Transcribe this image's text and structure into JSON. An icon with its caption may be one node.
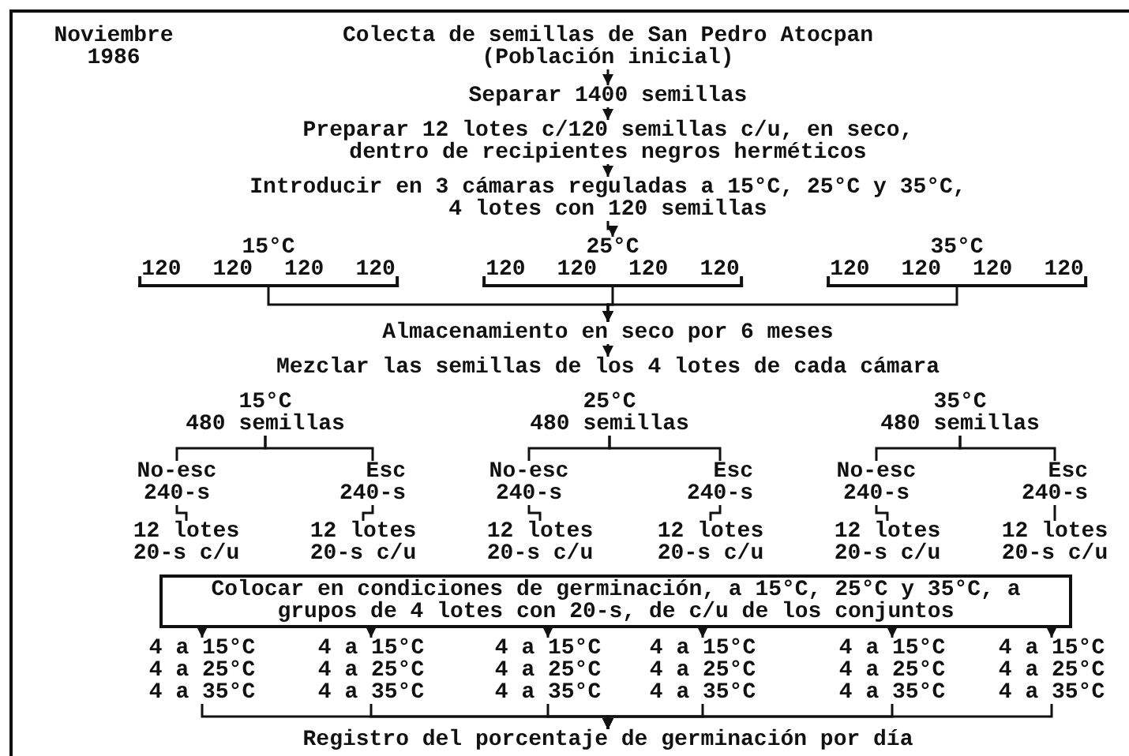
{
  "diagram": {
    "nodes": [
      {
        "text": [
          "Colecta de semillas de San Pedro Atocpan (Población inicial)"
        ]
      },
      {
        "text": [
          "Separar 1400 semillas"
        ]
      },
      {
        "text": [
          "Preparar 12 lotes c/120 semillas c/u, en seco, dentro de recipientes negros herméticos"
        ]
      },
      {
        "text": [
          "Introducir en 3 cámaras reguladas a 15°C, 25°C y 35°C, 4 lotes con 120 semillas"
        ]
      },
      {
        "text": [
          "15°C",
          "120",
          "120",
          "120",
          "120"
        ]
      },
      {
        "text": [
          "25°C",
          "120",
          "120",
          "120",
          "120"
        ]
      },
      {
        "text": [
          "35°C",
          "120",
          "120",
          "120",
          "120"
        ]
      },
      {
        "text": [
          "Almacenamiento en seco por 6 meses"
        ]
      },
      {
        "text": [
          "Mezclar las semillas de los 4 lotes de cada cámara"
        ]
      },
      {
        "text": [
          "15°C",
          "480 semillas"
        ]
      },
      {
        "text": [
          "25°C",
          "480 semillas"
        ]
      },
      {
        "text": [
          "35°C",
          "480 semillas"
        ]
      },
      {
        "text": [
          "No-esc",
          "240-s"
        ]
      },
      {
        "text": [
          "Esc",
          "240-s"
        ]
      },
      {
        "text": [
          "No-esc",
          "240-s"
        ]
      },
      {
        "text": [
          "Esc",
          "240-s"
        ]
      },
      {
        "text": [
          "No-esc",
          "240-s"
        ]
      },
      {
        "text": [
          "Esc",
          "240-s"
        ]
      },
      {
        "text": [
          "12 lotes 20-s c/u"
        ]
      },
      {
        "text": [
          "12 lotes 20-s c/u"
        ]
      },
      {
        "text": [
          "12 lotes 20-s c/u"
        ]
      },
      {
        "text": [
          "12 lotes 20-s c/u"
        ]
      },
      {
        "text": [
          "12 lotes 20-s c/u"
        ]
      },
      {
        "text": [
          "12 lotes 20-s c/u"
        ]
      },
      {
        "text": [
          "Colocar en condiciones de germinación, a 15°C, 25°C y 35°C, a grupos de 4 lotes con 20-s, de c/u de los conjuntos"
        ]
      },
      {
        "text": [
          "4 a 15°C",
          "4 a 25°C",
          "4 a 35°C"
        ]
      },
      {
        "text": [
          "4 a 15°C",
          "4 a 25°C",
          "4 a 35°C"
        ]
      },
      {
        "text": [
          "4 a 15°C",
          "4 a 25°C",
          "4 a 35°C"
        ]
      },
      {
        "text": [
          "4 a 15°C",
          "4 a 25°C",
          "4 a 35°C"
        ]
      },
      {
        "text": [
          "4 a 15°C",
          "4 a 25°C",
          "4 a 35°C"
        ]
      },
      {
        "text": [
          "4 a 15°C",
          "4 a 25°C",
          "4 a 35°C"
        ]
      },
      {
        "text": [
          "Registro del porcentaje de germinación por día"
        ]
      }
    ],
    "edges": [
      {
        "from": 0,
        "to": 1,
        "arrow": "to"
      },
      {
        "from": 1,
        "to": 2,
        "arrow": "to"
      },
      {
        "from": 2,
        "to": 3,
        "arrow": "to"
      },
      {
        "from": 3,
        "to": 5,
        "arrow": "to"
      },
      {
        "from": 4,
        "to": 7,
        "arrow": "to"
      },
      {
        "from": 5,
        "to": 7,
        "arrow": "to"
      },
      {
        "from": 6,
        "to": 7,
        "arrow": "to"
      },
      {
        "from": 7,
        "to": 8,
        "arrow": "to"
      },
      {
        "from": 9,
        "to": 12,
        "arrow": "none"
      },
      {
        "from": 9,
        "to": 13,
        "arrow": "none"
      },
      {
        "from": 10,
        "to": 14,
        "arrow": "none"
      },
      {
        "from": 10,
        "to": 15,
        "arrow": "none"
      },
      {
        "from": 11,
        "to": 16,
        "arrow": "none"
      },
      {
        "from": 11,
        "to": 17,
        "arrow": "none"
      },
      {
        "from": 12,
        "to": 18,
        "arrow": "none"
      },
      {
        "from": 13,
        "to": 19,
        "arrow": "none"
      },
      {
        "from": 14,
        "to": 20,
        "arrow": "none"
      },
      {
        "from": 15,
        "to": 21,
        "arrow": "none"
      },
      {
        "from": 16,
        "to": 22,
        "arrow": "none"
      },
      {
        "from": 17,
        "to": 23,
        "arrow": "none"
      },
      {
        "from": 24,
        "to": 25,
        "arrow": "to"
      },
      {
        "from": 24,
        "to": 26,
        "arrow": "to"
      },
      {
        "from": 24,
        "to": 27,
        "arrow": "to"
      },
      {
        "from": 24,
        "to": 28,
        "arrow": "to"
      },
      {
        "from": 24,
        "to": 29,
        "arrow": "to"
      },
      {
        "from": 24,
        "to": 30,
        "arrow": "to"
      },
      {
        "from": 25,
        "to": 31,
        "arrow": "to"
      },
      {
        "from": 26,
        "to": 31,
        "arrow": "to"
      },
      {
        "from": 27,
        "to": 31,
        "arrow": "to"
      },
      {
        "from": 28,
        "to": 31,
        "arrow": "to"
      },
      {
        "from": 29,
        "to": 31,
        "arrow": "to"
      },
      {
        "from": 30,
        "to": 31,
        "arrow": "to"
      }
    ],
    "labels": [
      "Noviembre 1986"
    ]
  }
}
